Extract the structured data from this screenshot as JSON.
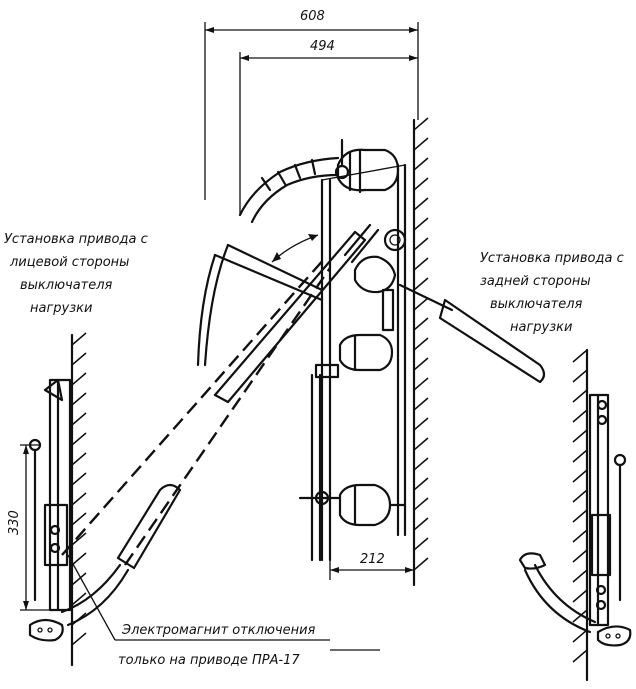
{
  "dimensions": {
    "overall_width": "608",
    "inner_width": "494",
    "depth": "212",
    "height": "330"
  },
  "labels": {
    "left_title": [
      "Установка привода с",
      "лицевой стороны",
      "выключателя",
      "нагрузки"
    ],
    "right_title": [
      "Установка привода с",
      "задней стороны",
      "выключателя",
      "нагрузки"
    ],
    "bottom_note": [
      "Электромагнит отключения",
      "только на приводе ПРА-17"
    ]
  }
}
